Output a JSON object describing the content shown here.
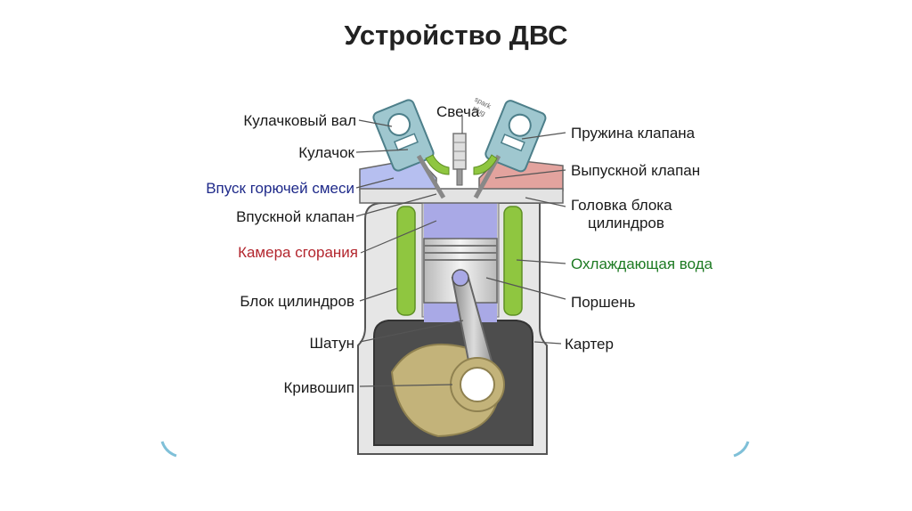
{
  "title": "Устройство ДВС",
  "colors": {
    "coolant": "#8fc640",
    "intake": "#b6bff0",
    "exhaust": "#e3a39e",
    "chamber": "#a9a9e6",
    "crankcase": "#4d4d4d",
    "crankshaft": "#c3b37a",
    "block": "#e8e8e8",
    "outline": "#555555"
  },
  "labels": {
    "camshaft": "Кулачковый вал",
    "cam": "Кулачок",
    "intake_mixture": "Впуск горючей смеси",
    "intake_valve": "Впускной клапан",
    "combustion_chamber": "Камера сгорания",
    "cylinder_block": "Блок цилиндров",
    "connecting_rod": "Шатун",
    "crankshaft": "Кривошип",
    "spark_plug": "Свеча",
    "spark_plug_en_1": "spark",
    "spark_plug_en_2": "plug",
    "valve_spring": "Пружина клапана",
    "exhaust_valve": "Выпускной клапан",
    "cylinder_head_1": "Головка блока",
    "cylinder_head_2": "цилиндров",
    "coolant": "Охлаждающая вода",
    "piston": "Поршень",
    "crankcase": "Картер"
  }
}
